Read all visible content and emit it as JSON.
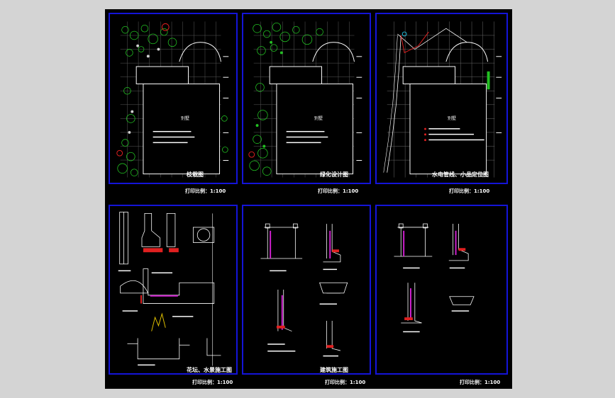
{
  "sheets": [
    {
      "title": "枝栽图",
      "scale": "打印比例：1:100",
      "room": "别墅"
    },
    {
      "title": "绿化设计图",
      "scale": "打印比例：1:100",
      "room": "别墅"
    },
    {
      "title": "水电管线、小品定位图",
      "scale": "打印比例：1:100",
      "room": "别墅"
    },
    {
      "title": "花坛、水景施工图",
      "scale": "打印比例：1:100"
    },
    {
      "title": "建筑施工图",
      "scale": "打印比例：1:100"
    },
    {
      "title": "",
      "scale": "打印比例：1:100"
    }
  ],
  "colors": {
    "background": "#d4d4d4",
    "canvas": "#000000",
    "frame": "#1414d8",
    "grid": "#6a6a6a",
    "plant": "#22c022",
    "accent_red": "#e02020",
    "accent_magenta": "#d020d0",
    "accent_cyan": "#20c0e0"
  }
}
